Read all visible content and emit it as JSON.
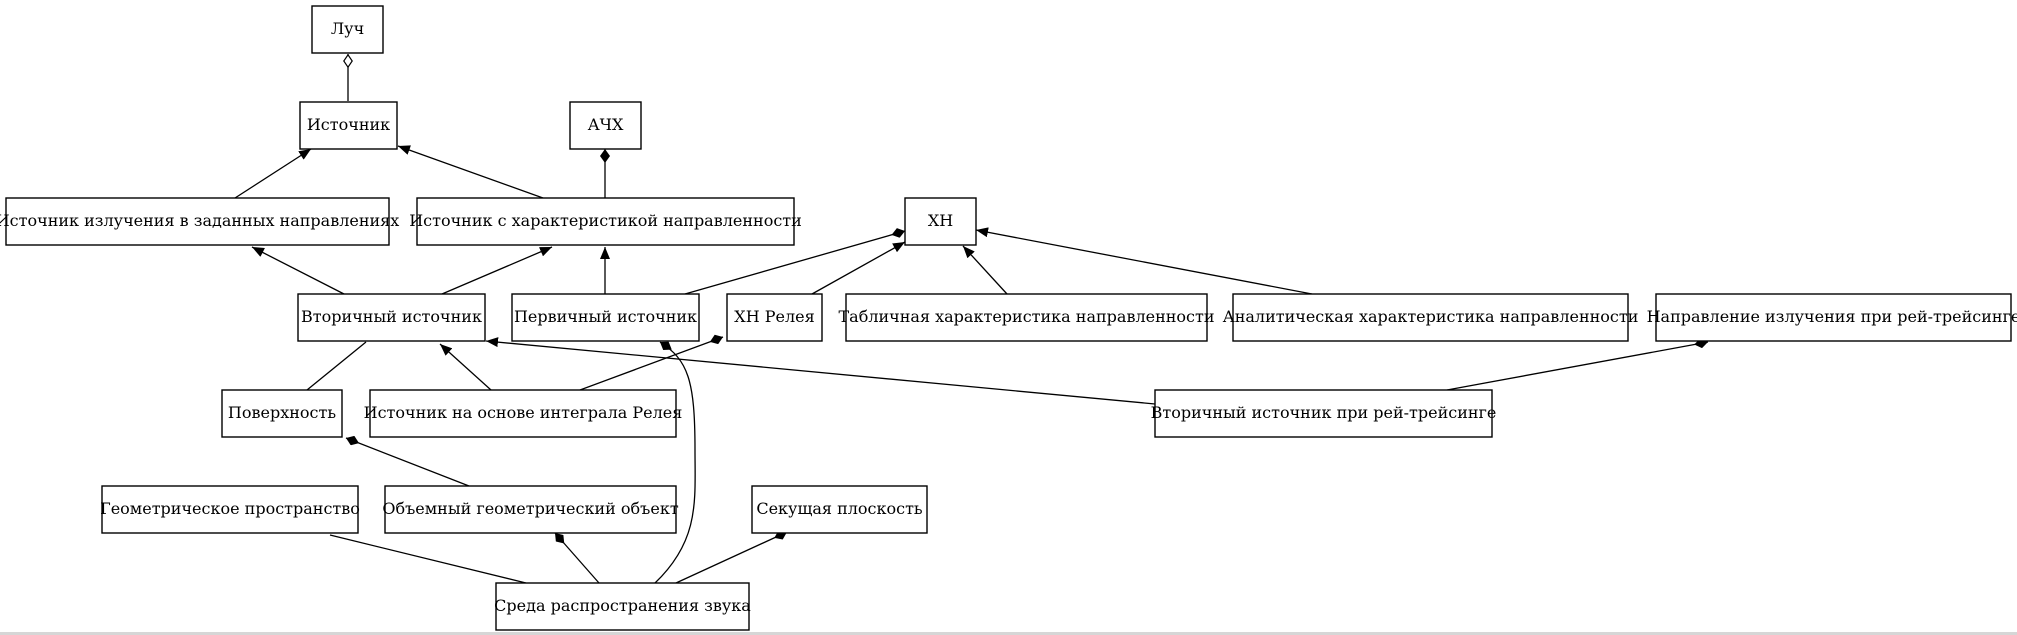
{
  "nodes": [
    {
      "id": "luch",
      "label": "Луч"
    },
    {
      "id": "istochnik",
      "label": "Источник"
    },
    {
      "id": "achx",
      "label": "АЧХ"
    },
    {
      "id": "ist_napr",
      "label": "Источник излучения в заданных направлениях"
    },
    {
      "id": "ist_xar",
      "label": "Источник с характеристикой направленности"
    },
    {
      "id": "xn",
      "label": "ХН"
    },
    {
      "id": "vtor",
      "label": "Вторичный источник"
    },
    {
      "id": "perv",
      "label": "Первичный источник"
    },
    {
      "id": "xn_rel",
      "label": "ХН Релея"
    },
    {
      "id": "tabl",
      "label": "Табличная характеристика направленности"
    },
    {
      "id": "anal",
      "label": "Аналитическая характеристика направленности"
    },
    {
      "id": "napr_rt",
      "label": "Направление излучения при рей-трейсинге"
    },
    {
      "id": "pov",
      "label": "Поверхность"
    },
    {
      "id": "ist_rel",
      "label": "Источник на основе интеграла Релея"
    },
    {
      "id": "vtor_rt",
      "label": "Вторичный источник при рей-трейсинге"
    },
    {
      "id": "geom",
      "label": "Геометрическое пространство"
    },
    {
      "id": "obj",
      "label": "Объемный геометрический объект"
    },
    {
      "id": "sek",
      "label": "Секущая плоскость"
    },
    {
      "id": "sreda",
      "label": "Среда распространения звука"
    }
  ]
}
